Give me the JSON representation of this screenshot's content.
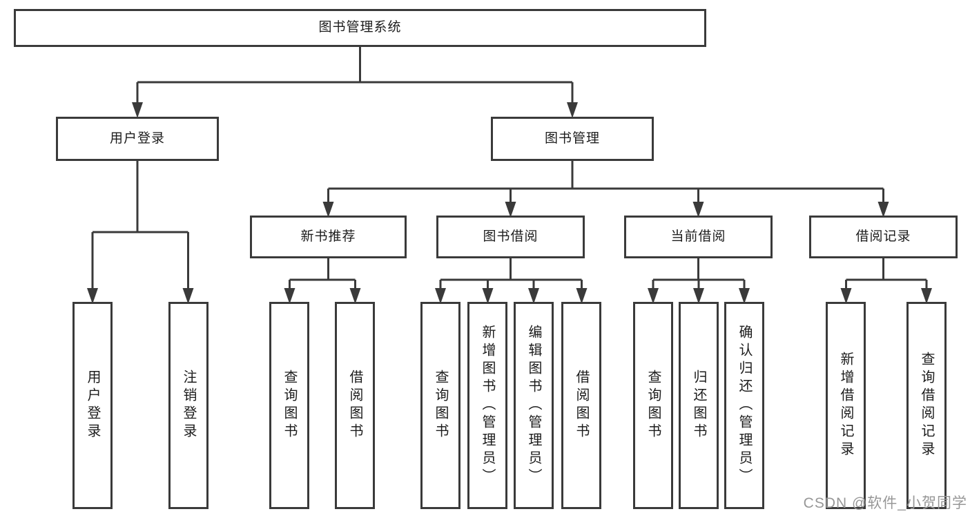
{
  "diagram": {
    "root": {
      "label": "图书管理系统"
    },
    "branches": [
      {
        "label": "用户登录",
        "leaves": [
          "用户登录",
          "注销登录"
        ]
      },
      {
        "label": "图书管理",
        "groups": [
          {
            "label": "新书推荐",
            "leaves": [
              "查询图书",
              "借阅图书"
            ]
          },
          {
            "label": "图书借阅",
            "leaves": [
              "查询图书",
              "新增图书（管理员）",
              "编辑图书（管理员）",
              "借阅图书"
            ]
          },
          {
            "label": "当前借阅",
            "leaves": [
              "查询图书",
              "归还图书",
              "确认归还（管理员）"
            ]
          },
          {
            "label": "借阅记录",
            "leaves": [
              "新增借阅记录",
              "查询借阅记录"
            ]
          }
        ]
      }
    ]
  },
  "watermark": {
    "text": "CSDN @软件_小贺同学"
  },
  "colors": {
    "line": "#3a3a3a",
    "box_border": "#3a3a3a",
    "text": "#1c1c1c",
    "watermark": "#979797",
    "background": "#ffffff"
  }
}
